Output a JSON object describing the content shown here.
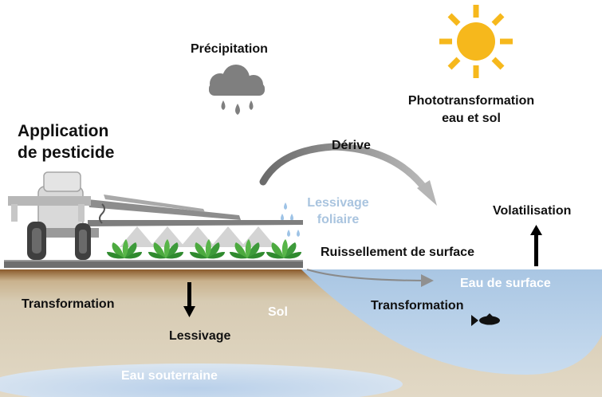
{
  "labels": {
    "precipitation": "Précipitation",
    "photo_line1": "Phototransformation",
    "photo_line2": "eau et sol",
    "application_line1": "Application",
    "application_line2": "de pesticide",
    "derive": "Dérive",
    "lessivage_foliaire_line1": "Lessivage",
    "lessivage_foliaire_line2": "foliaire",
    "volatilisation": "Volatilisation",
    "ruissellement": "Ruissellement de surface",
    "eau_surface": "Eau de surface",
    "transformation_soil": "Transformation",
    "transformation_water": "Transformation",
    "sol": "Sol",
    "lessivage": "Lessivage",
    "eau_souterraine": "Eau souterraine"
  },
  "colors": {
    "sun": "#f6b81c",
    "cloud": "#7f7f7f",
    "soil_top": "#8a5a2b",
    "soil": "#d7cbb3",
    "surface_water": "#b7cfe6",
    "groundwater": "#c7d9ec",
    "ground_line": "#6e6e6e",
    "plant": "#3d9a3a",
    "arrow_grey": "#9c9c9c",
    "label_light": "#a9c4df"
  },
  "icons": [
    "sun-icon",
    "rain-cloud-icon",
    "tractor-sprayer-icon",
    "plant-icon",
    "fish-icon",
    "water-drop-icon"
  ]
}
